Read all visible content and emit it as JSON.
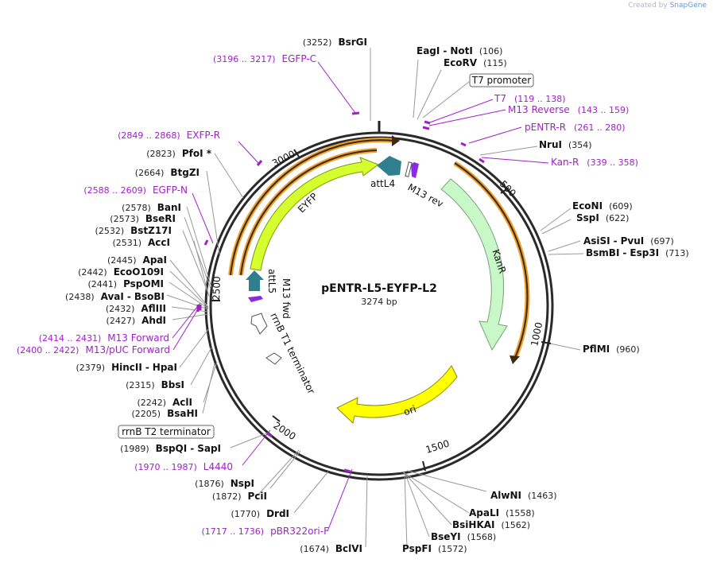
{
  "credit": {
    "prefix": "Created by",
    "brand": "SnapGene"
  },
  "plasmid": {
    "name": "pENTR-L5-EYFP-L2",
    "length_label": "3274 bp",
    "length": 3274
  },
  "ticks": [
    "500",
    "1000",
    "1500",
    "2000",
    "2500",
    "3000"
  ],
  "enzymes": [
    {
      "id": "bsrgi",
      "pos": "(3252)",
      "name": "BsrGI",
      "side": "L"
    },
    {
      "id": "eagi-noti",
      "name": "EagI",
      "sep": "-",
      "name2": "NotI",
      "pos": "(106)",
      "side": "R"
    },
    {
      "id": "ecorv",
      "name": "EcoRV",
      "pos": "(115)",
      "side": "R"
    },
    {
      "id": "nrui",
      "name": "NruI",
      "pos": "(354)",
      "side": "R"
    },
    {
      "id": "econi",
      "name": "EcoNI",
      "pos": "(609)",
      "side": "R"
    },
    {
      "id": "sspi",
      "name": "SspI",
      "pos": "(622)",
      "side": "R"
    },
    {
      "id": "asisi-pvui",
      "name": "AsiSI",
      "sep": "-",
      "name2": "PvuI",
      "pos": "(697)",
      "side": "R"
    },
    {
      "id": "bsmbi-esp3i",
      "name": "BsmBI",
      "sep": "-",
      "name2": "Esp3I",
      "pos": "(713)",
      "side": "R"
    },
    {
      "id": "pflmi",
      "name": "PflMI",
      "pos": "(960)",
      "side": "R"
    },
    {
      "id": "alwni",
      "name": "AlwNI",
      "pos": "(1463)",
      "side": "R"
    },
    {
      "id": "apali",
      "name": "ApaLI",
      "pos": "(1558)",
      "side": "R"
    },
    {
      "id": "bsihkai",
      "name": "BsiHKAI",
      "pos": "(1562)",
      "side": "R"
    },
    {
      "id": "bseyi",
      "name": "BseYI",
      "pos": "(1568)",
      "side": "R"
    },
    {
      "id": "pspfi",
      "name": "PspFI",
      "pos": "(1572)",
      "side": "R"
    },
    {
      "id": "bclvi",
      "pos": "(1674)",
      "name": "BclVI",
      "side": "L"
    },
    {
      "id": "drdi",
      "pos": "(1770)",
      "name": "DrdI",
      "side": "L"
    },
    {
      "id": "pcii",
      "pos": "(1872)",
      "name": "PciI",
      "side": "L"
    },
    {
      "id": "nspi",
      "pos": "(1876)",
      "name": "NspI",
      "side": "L"
    },
    {
      "id": "bspqi-sapi",
      "pos": "(1989)",
      "name": "BspQI",
      "sep": "-",
      "name2": "SapI",
      "side": "L"
    },
    {
      "id": "bsahi",
      "pos": "(2205)",
      "name": "BsaHI",
      "side": "L"
    },
    {
      "id": "acli",
      "pos": "(2242)",
      "name": "AclI",
      "side": "L"
    },
    {
      "id": "bbsi",
      "pos": "(2315)",
      "name": "BbsI",
      "side": "L"
    },
    {
      "id": "hincii-hpai",
      "pos": "(2379)",
      "name": "HincII",
      "sep": "-",
      "name2": "HpaI",
      "side": "L"
    },
    {
      "id": "ahdi",
      "pos": "(2427)",
      "name": "AhdI",
      "side": "L"
    },
    {
      "id": "aflii",
      "pos": "(2432)",
      "name": "AflIII",
      "side": "L"
    },
    {
      "id": "avai-bsobi",
      "pos": "(2438)",
      "name": "AvaI",
      "sep": "-",
      "name2": "BsoBI",
      "side": "L"
    },
    {
      "id": "pspomi",
      "pos": "(2441)",
      "name": "PspOMI",
      "side": "L"
    },
    {
      "id": "eco0109i",
      "pos": "(2442)",
      "name": "EcoO109I",
      "side": "L"
    },
    {
      "id": "apai",
      "pos": "(2445)",
      "name": "ApaI",
      "side": "L"
    },
    {
      "id": "acci",
      "pos": "(2531)",
      "name": "AccI",
      "side": "L"
    },
    {
      "id": "bstz17i",
      "pos": "(2532)",
      "name": "BstZ17I",
      "side": "L"
    },
    {
      "id": "bseri",
      "pos": "(2573)",
      "name": "BseRI",
      "side": "L"
    },
    {
      "id": "bani",
      "pos": "(2578)",
      "name": "BanI",
      "side": "L"
    },
    {
      "id": "btgzi",
      "pos": "(2664)",
      "name": "BtgZI",
      "side": "L"
    },
    {
      "id": "pfoi",
      "pos": "(2823)",
      "name": "PfoI *",
      "side": "L"
    }
  ],
  "primers": [
    {
      "id": "egfp-c",
      "range": "(3196 .. 3217)",
      "name": "EGFP-C",
      "side": "L"
    },
    {
      "id": "t7",
      "name": "T7",
      "range": "(119 .. 138)",
      "side": "R"
    },
    {
      "id": "m13-reverse",
      "name": "M13 Reverse",
      "range": "(143 .. 159)",
      "side": "R"
    },
    {
      "id": "pentr-r",
      "name": "pENTR-R",
      "range": "(261 .. 280)",
      "side": "R"
    },
    {
      "id": "kan-r",
      "name": "Kan-R",
      "range": "(339 .. 358)",
      "side": "R"
    },
    {
      "id": "exfp-r",
      "range": "(2849 .. 2868)",
      "name": "EXFP-R",
      "side": "L"
    },
    {
      "id": "egfp-n",
      "range": "(2588 .. 2609)",
      "name": "EGFP-N",
      "side": "L"
    },
    {
      "id": "m13-forward",
      "range": "(2414 .. 2431)",
      "name": "M13 Forward",
      "side": "L"
    },
    {
      "id": "m13-puc-forward",
      "range": "(2400 .. 2422)",
      "name": "M13/pUC Forward",
      "side": "L"
    },
    {
      "id": "l4440",
      "range": "(1970 .. 1987)",
      "name": "L4440",
      "side": "L"
    },
    {
      "id": "pbr322ori-f",
      "range": "(1717 .. 1736)",
      "name": "pBR322ori-F",
      "side": "L"
    }
  ],
  "boxed_labels": [
    {
      "id": "t7-promoter",
      "text": "T7 promoter"
    },
    {
      "id": "rrnb-t2",
      "text": "rrnB T2 terminator"
    }
  ],
  "features": [
    {
      "id": "kanr",
      "label": "KanR",
      "color": "#c8f7c8",
      "stroke": "#7aa07a"
    },
    {
      "id": "ori",
      "label": "ori",
      "color": "#ffff00",
      "stroke": "#a0a000"
    },
    {
      "id": "eyfp",
      "label": "EYFP",
      "color": "#d6ff2e",
      "stroke": "#90a020"
    },
    {
      "id": "attl4",
      "label": "attL4",
      "color": "#2f7f8f"
    },
    {
      "id": "attl5",
      "label": "attL5",
      "color": "#2f7f8f"
    },
    {
      "id": "m13-rev",
      "label": "M13 rev",
      "color": "#8a2be2"
    },
    {
      "id": "m13-fwd",
      "label": "M13 fwd",
      "color": "#8a2be2"
    },
    {
      "id": "rrnb-t1",
      "label": "rrnB T1 terminator",
      "color": "#ffffff"
    }
  ],
  "colors": {
    "backbone": "#333333",
    "primer": "#a020c8",
    "orf_outline": "#f0a030",
    "leader": "#888888"
  }
}
